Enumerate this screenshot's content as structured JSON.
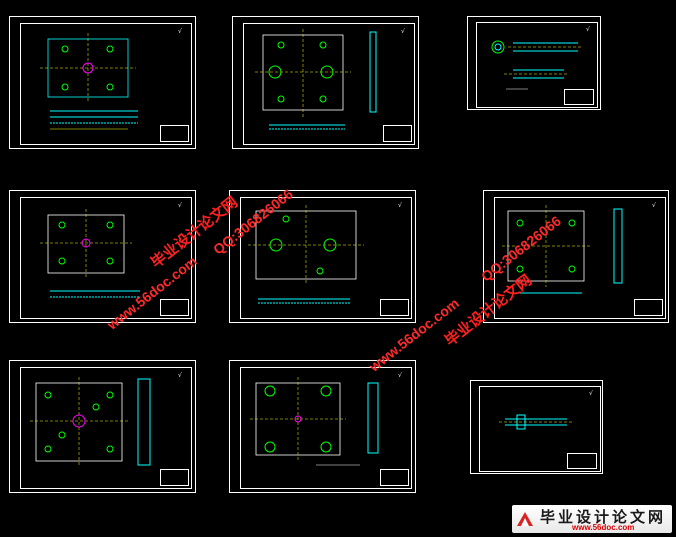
{
  "sheets": [
    {
      "id": "sheet-1",
      "mark": "√"
    },
    {
      "id": "sheet-2",
      "mark": "√"
    },
    {
      "id": "sheet-3",
      "mark": "√"
    },
    {
      "id": "sheet-4",
      "mark": "√"
    },
    {
      "id": "sheet-5",
      "mark": "√"
    },
    {
      "id": "sheet-6",
      "mark": "√"
    },
    {
      "id": "sheet-7",
      "mark": "√"
    },
    {
      "id": "sheet-8",
      "mark": "√"
    },
    {
      "id": "sheet-9",
      "mark": "√"
    }
  ],
  "watermarks": {
    "site_name": "毕业设计论文网",
    "qq": "QQ:306826066",
    "url": "www.56doc.com"
  },
  "logo": {
    "title": "毕业设计论文网",
    "url": "www.56doc.com"
  },
  "colors": {
    "background": "#000000",
    "frame": "#ffffff",
    "cad_cyan": "#00ffff",
    "cad_green": "#00ff00",
    "cad_yellow": "#ffff00",
    "cad_magenta": "#ff00ff",
    "watermark_red": "#ff2020"
  }
}
